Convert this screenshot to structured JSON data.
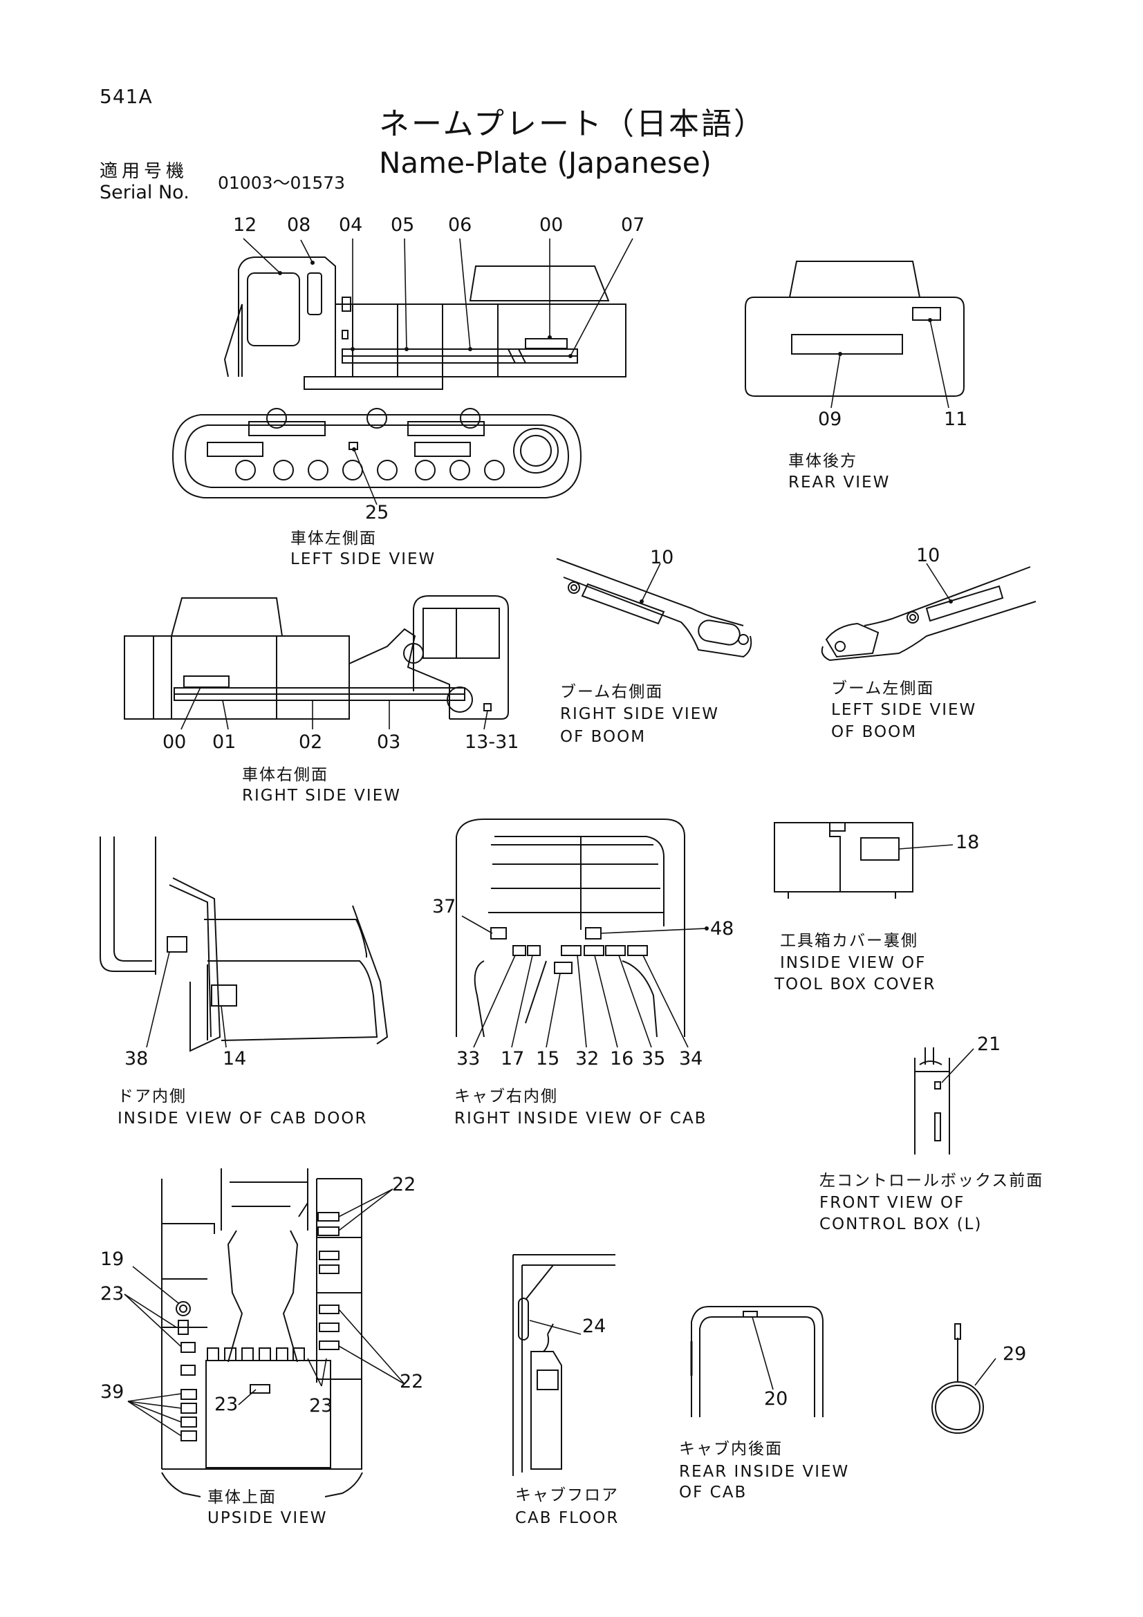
{
  "page": {
    "code": "541A",
    "title_jp": "ネームプレート（日本語）",
    "title_en": "Name-Plate (Japanese)",
    "serial_label_jp": "適用号機",
    "serial_label_en": "Serial No.",
    "serial_range": "01003～01573"
  },
  "views": {
    "left_side": {
      "jp": "車体左側面",
      "en": "LEFT SIDE VIEW"
    },
    "rear": {
      "jp": "車体後方",
      "en": "REAR VIEW"
    },
    "right_side": {
      "jp": "車体右側面",
      "en": "RIGHT SIDE VIEW"
    },
    "boom_right": {
      "jp": "ブーム右側面",
      "en1": "RIGHT SIDE VIEW",
      "en2": "OF BOOM"
    },
    "boom_left": {
      "jp": "ブーム左側面",
      "en1": "LEFT SIDE VIEW",
      "en2": "OF BOOM"
    },
    "cab_door": {
      "jp": "ドア内側",
      "en": "INSIDE VIEW OF CAB DOOR"
    },
    "cab_right": {
      "jp": "キャブ右内側",
      "en": "RIGHT INSIDE VIEW OF CAB"
    },
    "tool_box": {
      "jp": "工具箱カバー裏側",
      "en1": "INSIDE VIEW OF",
      "en2": "TOOL BOX COVER"
    },
    "control_box": {
      "jp": "左コントロールボックス前面",
      "en1": "FRONT VIEW OF",
      "en2": "CONTROL BOX (L)"
    },
    "upside": {
      "jp": "車体上面",
      "en": "UPSIDE VIEW"
    },
    "cab_floor": {
      "jp": "キャブフロア",
      "en": "CAB FLOOR"
    },
    "cab_rear": {
      "jp": "キャブ内後面",
      "en1": "REAR INSIDE VIEW",
      "en2": "OF CAB"
    }
  },
  "callouts": {
    "left_side": [
      "12",
      "08",
      "04",
      "05",
      "06",
      "00",
      "07",
      "25"
    ],
    "rear": [
      "09",
      "11"
    ],
    "boom": [
      "10",
      "10"
    ],
    "right_side": [
      "00",
      "01",
      "02",
      "03",
      "13-31"
    ],
    "tool_box": [
      "18"
    ],
    "cab_door": [
      "38",
      "14"
    ],
    "cab_right": [
      "37",
      "48",
      "33",
      "17",
      "15",
      "32",
      "16",
      "35",
      "34"
    ],
    "control_box": [
      "21"
    ],
    "upside": [
      "22",
      "19",
      "23",
      "22",
      "39",
      "23",
      "23"
    ],
    "cab_floor": [
      "24"
    ],
    "cab_rear": [
      "20"
    ],
    "misc": [
      "29"
    ]
  }
}
